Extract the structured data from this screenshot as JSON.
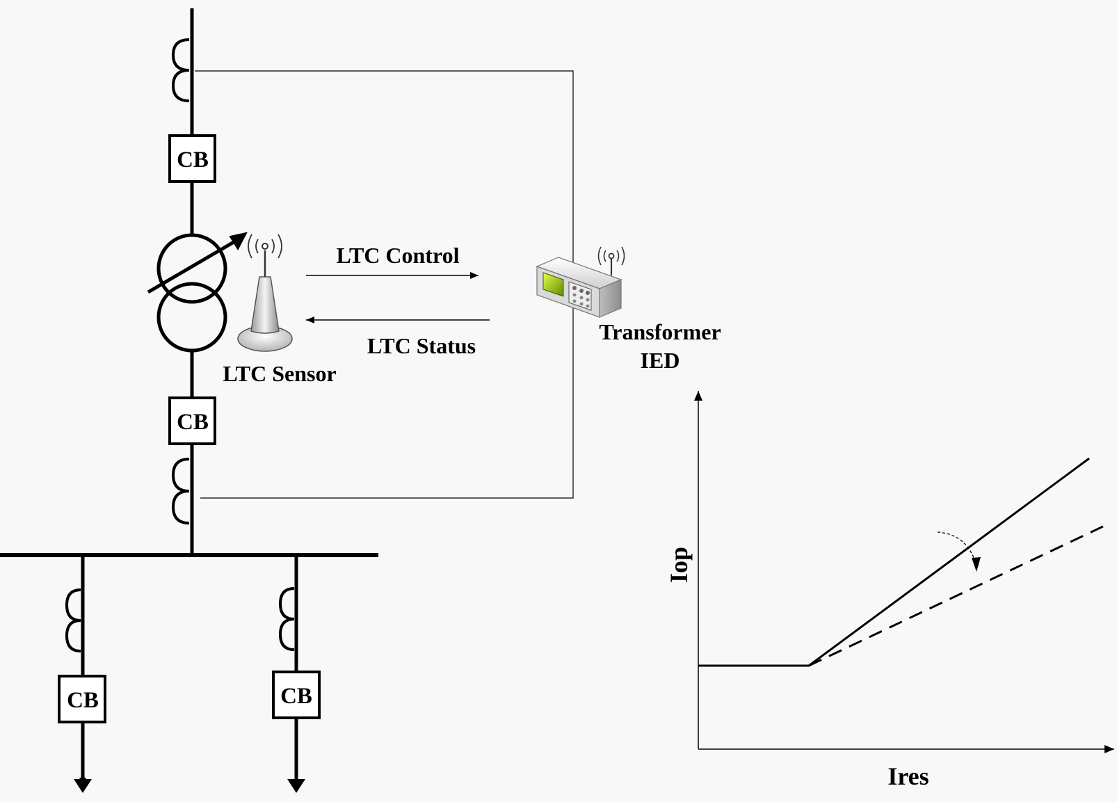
{
  "diagram": {
    "labels": {
      "cb": "CB",
      "ltc_control": "LTC Control",
      "ltc_status": "LTC Status",
      "ltc_sensor": "LTC Sensor",
      "ied_line1": "Transformer",
      "ied_line2": "IED"
    },
    "characteristic": {
      "y_axis": "Iop",
      "x_axis": "Ires"
    }
  }
}
